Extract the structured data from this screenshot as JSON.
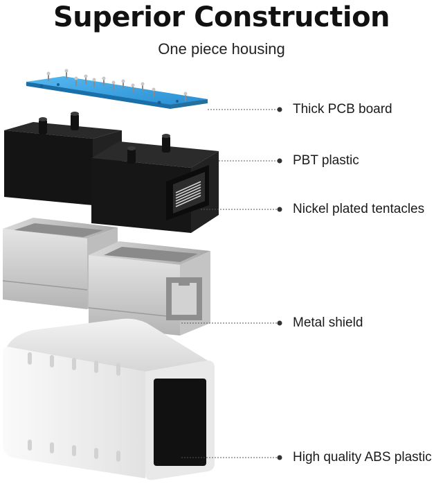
{
  "header": {
    "title": "Superior Construction",
    "subtitle": "One piece housing"
  },
  "components": [
    {
      "id": "pcb",
      "label": "Thick PCB board",
      "icon": "pcb-board"
    },
    {
      "id": "pbt",
      "label": "PBT plastic",
      "icon": "black-jack-housing"
    },
    {
      "id": "tentacles",
      "label": "Nickel plated tentacles",
      "icon": "contact-pins"
    },
    {
      "id": "shield",
      "label": "Metal shield",
      "icon": "metal-shield"
    },
    {
      "id": "abs",
      "label": "High quality ABS plastic",
      "icon": "white-shell"
    }
  ],
  "colors": {
    "pcb": "#3aa6e6",
    "pbt": "#161616",
    "shield": "#c9c9c9",
    "abs": "#f3f3f3",
    "leader": "#555555"
  }
}
